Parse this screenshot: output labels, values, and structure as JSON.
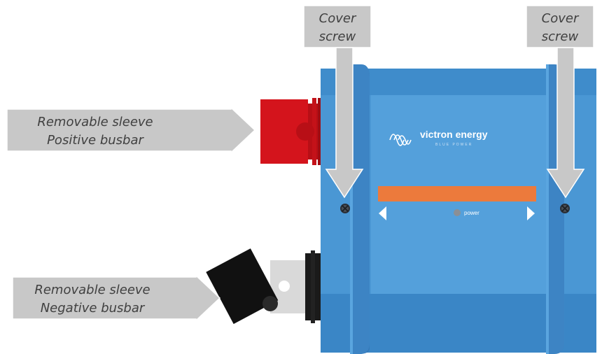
{
  "callouts": {
    "cover_screw_left": [
      "Cover",
      "screw"
    ],
    "cover_screw_right": [
      "Cover",
      "screw"
    ],
    "positive_sleeve": [
      "Removable sleeve",
      "Positive busbar"
    ],
    "negative_sleeve": [
      "Removable sleeve",
      "Negative busbar"
    ]
  },
  "device": {
    "brand_name": "victron energy",
    "brand_tagline": "BLUE POWER",
    "led_label": "power"
  },
  "colors": {
    "enclosure": "#4a97d4",
    "enclosure_dark": "#3a86c6",
    "display_bar": "#ec7a3c",
    "positive_terminal": "#d4141c",
    "negative_sleeve": "#111111",
    "callout_fill": "#c8c8c8",
    "callout_text": "#404040"
  }
}
